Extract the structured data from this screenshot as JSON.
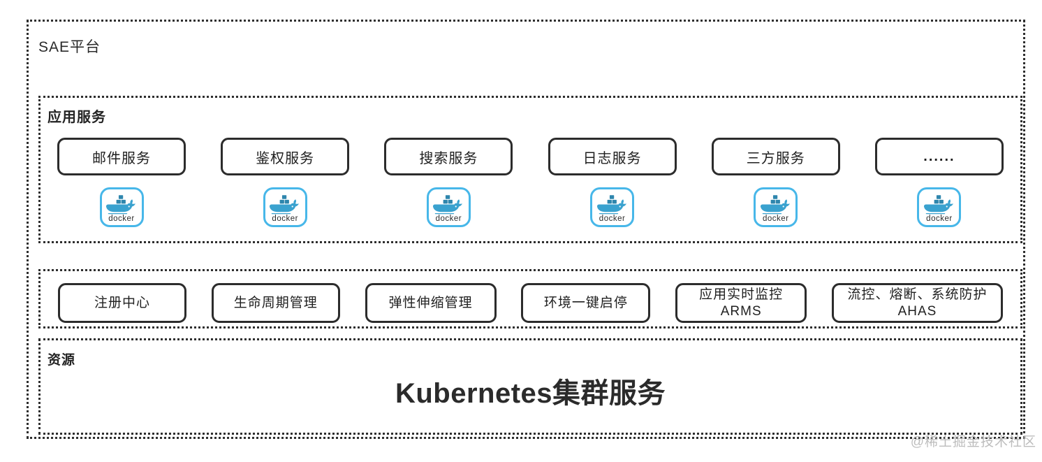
{
  "outer": {
    "label": "SAE平台"
  },
  "app_section": {
    "label": "应用服务",
    "services": [
      {
        "label": "邮件服务"
      },
      {
        "label": "鉴权服务"
      },
      {
        "label": "搜索服务"
      },
      {
        "label": "日志服务"
      },
      {
        "label": "三方服务"
      },
      {
        "label": "......"
      }
    ],
    "docker_label": "docker"
  },
  "capability_section": {
    "items": [
      {
        "line1": "注册中心",
        "line2": ""
      },
      {
        "line1": "生命周期管理",
        "line2": ""
      },
      {
        "line1": "弹性伸缩管理",
        "line2": ""
      },
      {
        "line1": "环境一键启停",
        "line2": ""
      },
      {
        "line1": "应用实时监控",
        "line2": "ARMS"
      },
      {
        "line1": "流控、熔断、系统防护",
        "line2": "AHAS"
      }
    ]
  },
  "resource_section": {
    "label": "资源",
    "title": "Kubernetes集群服务"
  },
  "watermark": "@稀土掘金技术社区",
  "colors": {
    "border_dark": "#2c2c2c",
    "docker_border": "#47b7e9",
    "docker_whale": "#3aa2cf",
    "docker_containers": "#2e86ad",
    "watermark": "#bdbdbd"
  }
}
